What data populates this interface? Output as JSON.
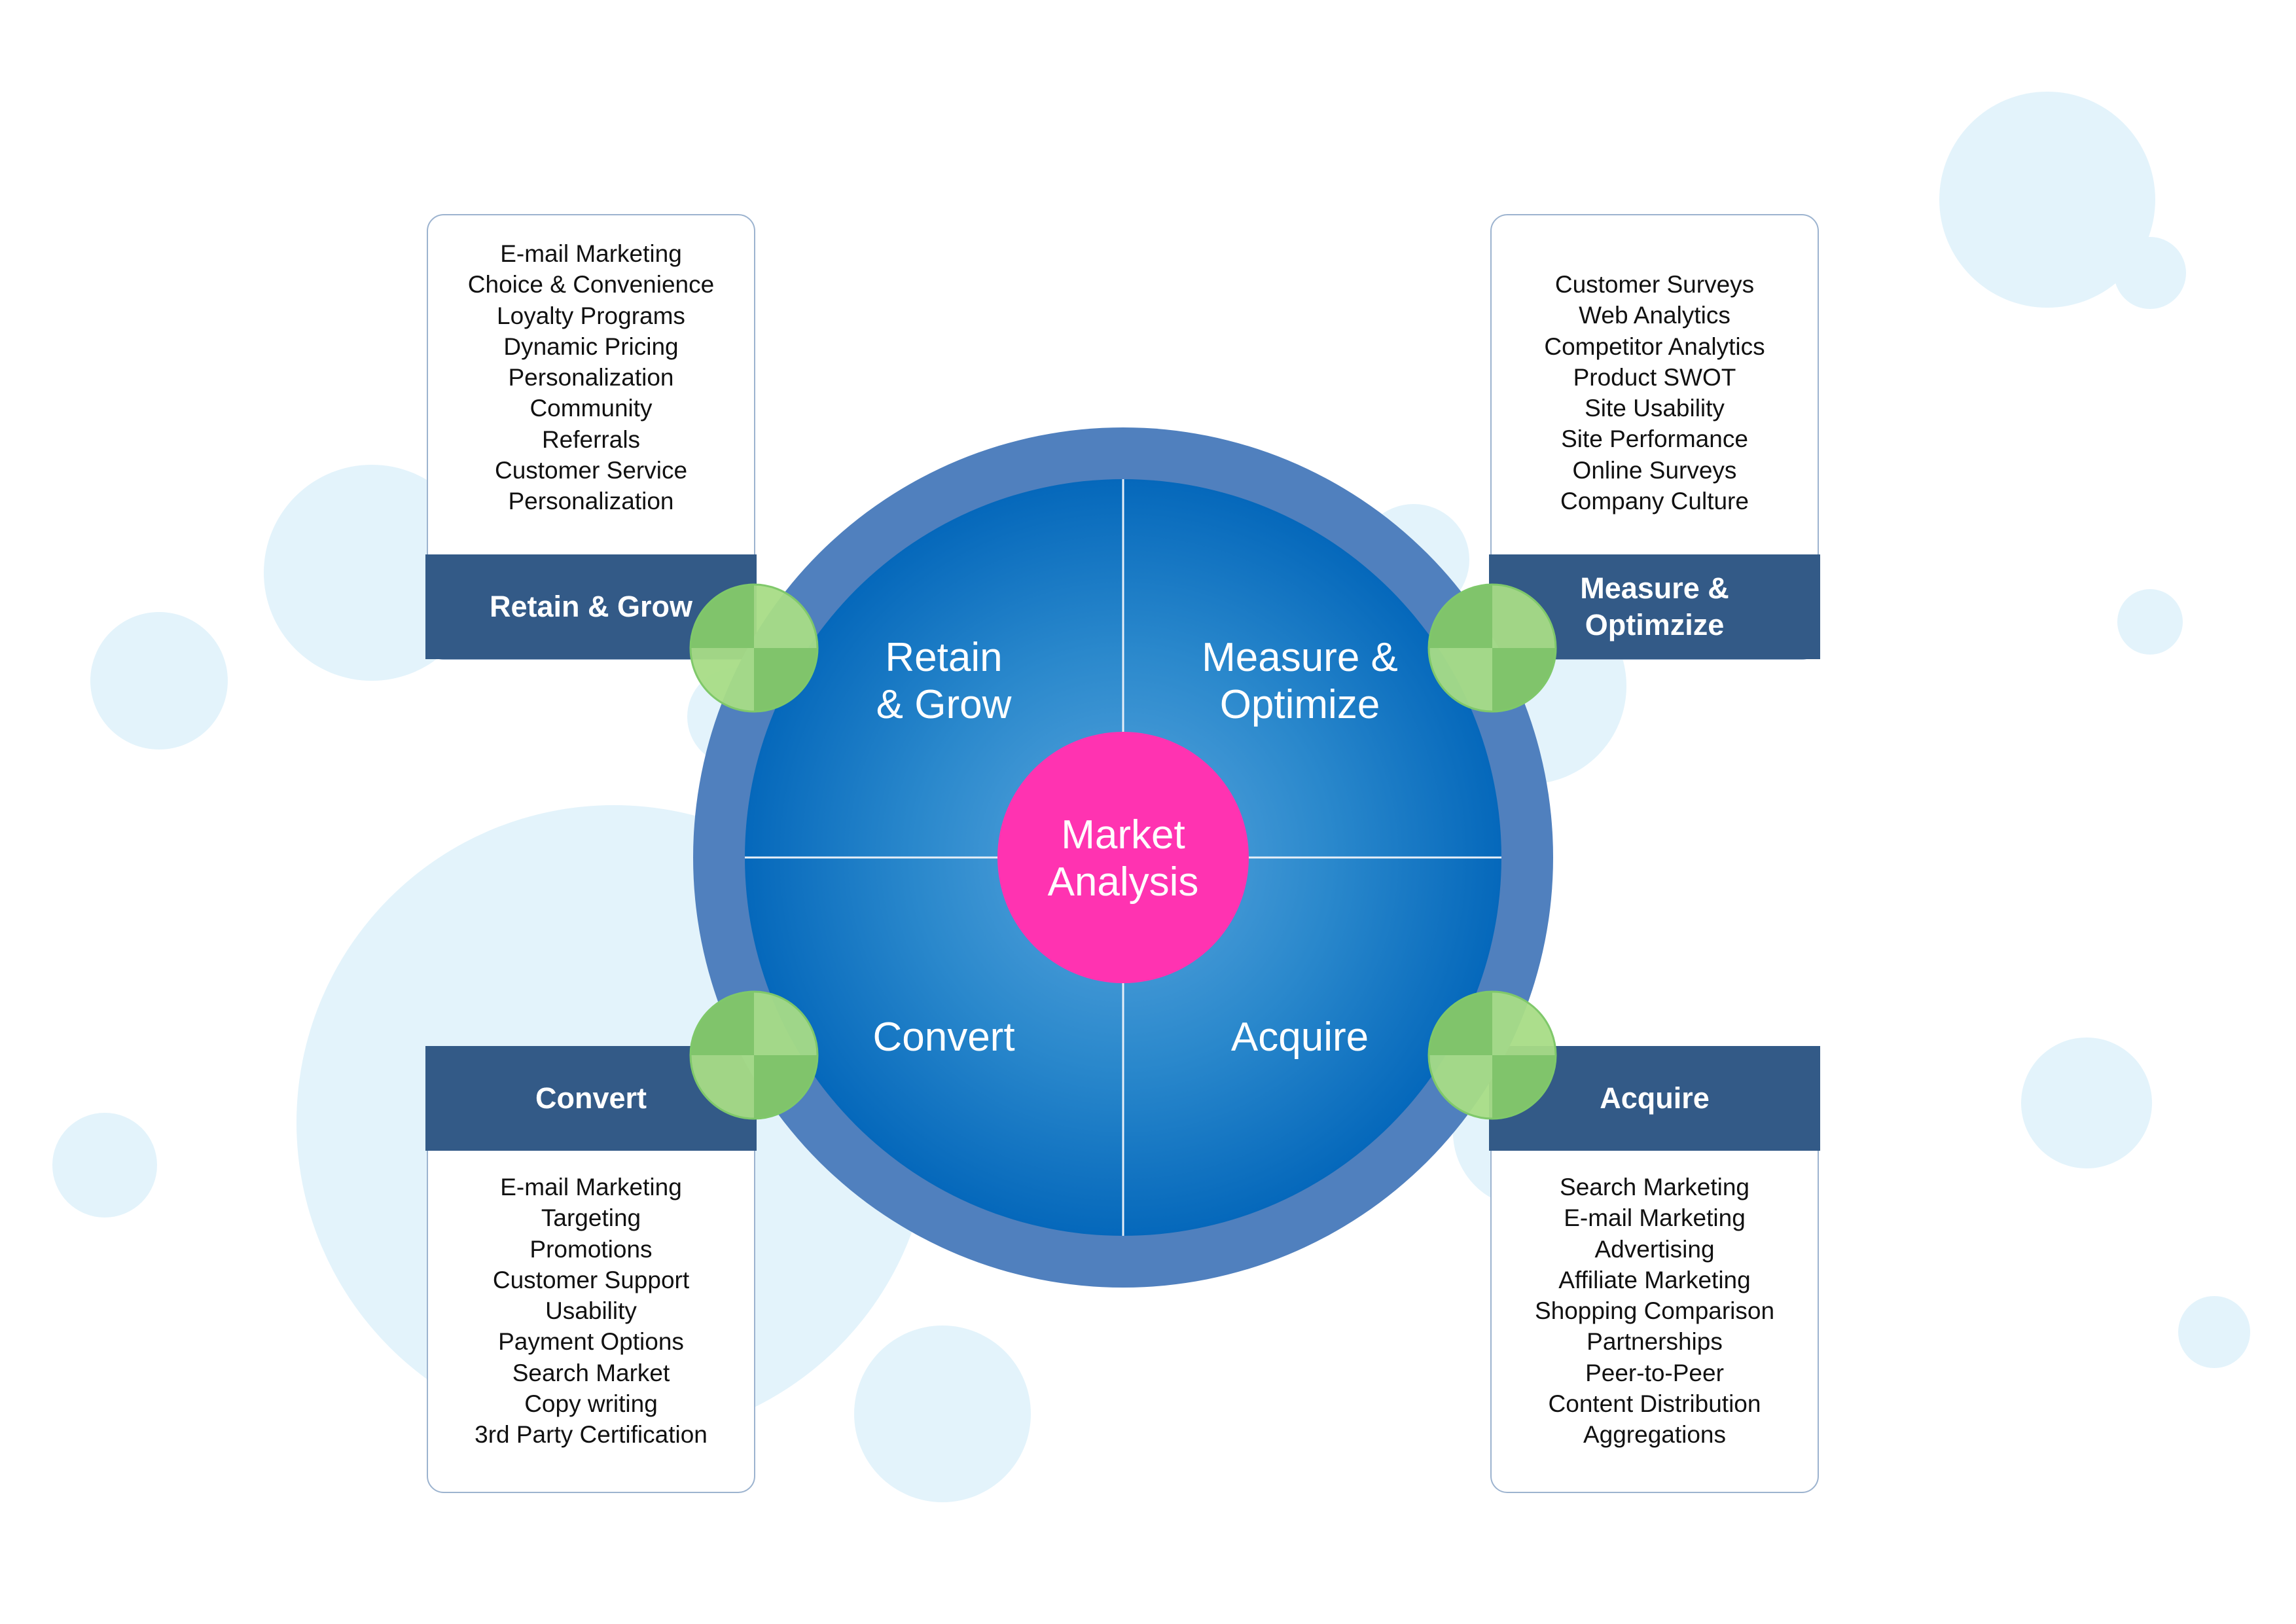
{
  "center": {
    "line1": "Market",
    "line2": "Analysis"
  },
  "quadrants": {
    "retain": {
      "line1": "Retain",
      "line2": "& Grow"
    },
    "measure": {
      "line1": "Measure &",
      "line2": "Optimize"
    },
    "convert": {
      "line1": "Convert"
    },
    "acquire": {
      "line1": "Acquire"
    }
  },
  "panels": {
    "retain": {
      "title": "Retain & Grow",
      "items": [
        "E-mail Marketing",
        "Choice & Convenience",
        "Loyalty Programs",
        "Dynamic Pricing",
        "Personalization",
        "Community",
        "Referrals",
        "Customer Service",
        "Personalization"
      ]
    },
    "measure": {
      "title": "Measure &\nOptimzize",
      "items": [
        "Customer Surveys",
        "Web Analytics",
        "Competitor Analytics",
        "Product SWOT",
        "Site Usability",
        "Site Performance",
        "Online Surveys",
        "Company Culture"
      ]
    },
    "convert": {
      "title": "Convert",
      "items": [
        "E-mail Marketing",
        "Targeting",
        "Promotions",
        "Customer Support",
        "Usability",
        "Payment Options",
        "Search Market",
        "Copy writing",
        "3rd Party Certification"
      ]
    },
    "acquire": {
      "title": "Acquire",
      "items": [
        "Search Marketing",
        "E-mail Marketing",
        "Advertising",
        "Affiliate Marketing",
        "Shopping Comparison",
        "Partnerships",
        "Peer-to-Peer",
        "Content Distribution",
        "Aggregations"
      ]
    }
  },
  "colors": {
    "bubble": "#e3f3fb",
    "outer_ring": "#5080be",
    "inner_circle": "#0a6bbd",
    "center_circle": "#ff33b1",
    "panel_bar": "#335a87",
    "connector": "#80c46b"
  }
}
